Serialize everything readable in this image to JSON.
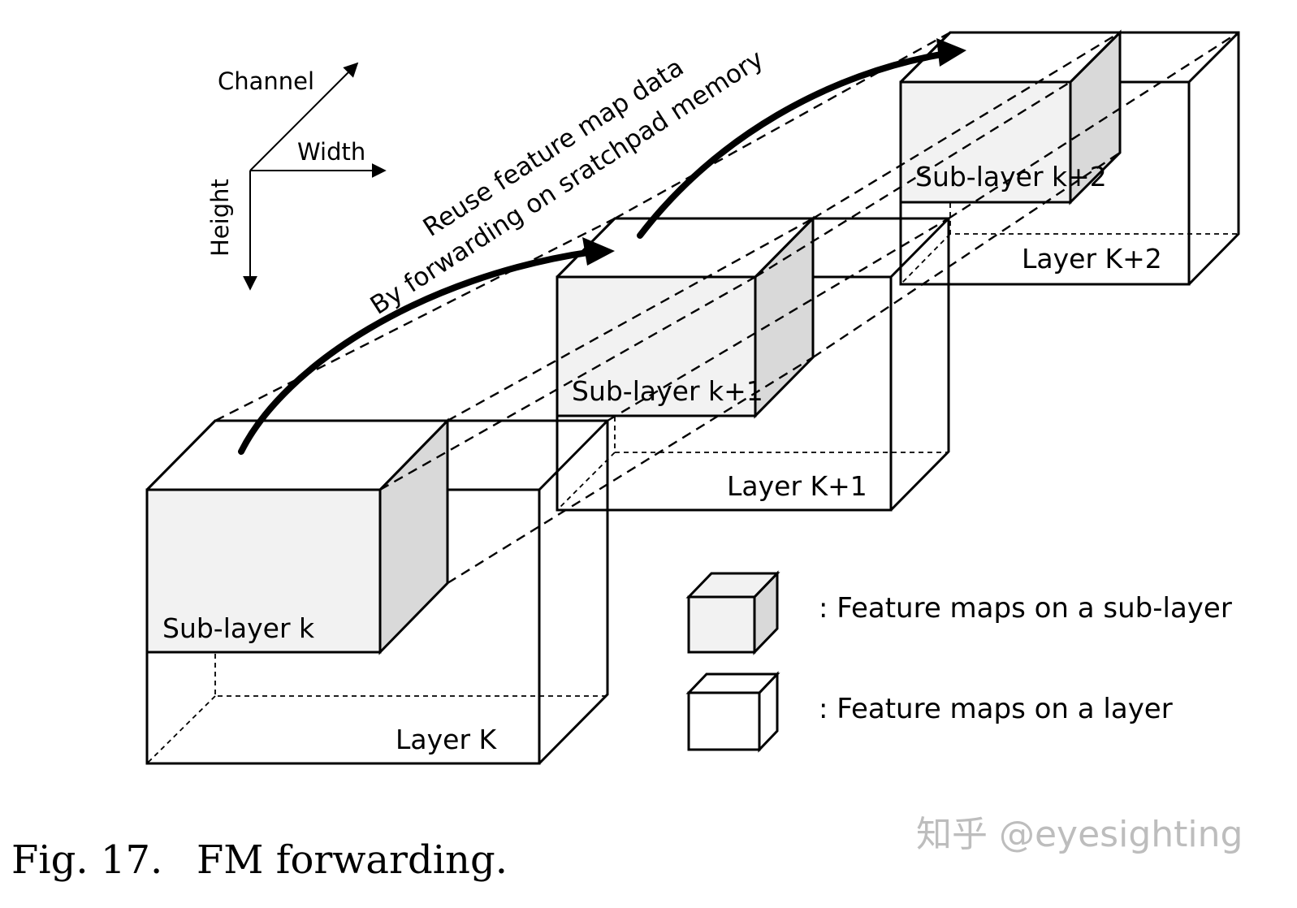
{
  "axes": {
    "channel": "Channel",
    "width": "Width",
    "height": "Height"
  },
  "curve": {
    "line1": "Reuse feature map data",
    "line2": "By forwarding on sratchpad memory"
  },
  "layers": [
    {
      "sublayer_label": "Sub-layer k",
      "layer_label": "Layer K"
    },
    {
      "sublayer_label": "Sub-layer k+1",
      "layer_label": "Layer K+1"
    },
    {
      "sublayer_label": "Sub-layer k+2",
      "layer_label": "Layer K+2"
    }
  ],
  "legend": {
    "sublayer": ": Feature maps on a sub-layer",
    "layer": ": Feature maps on a layer"
  },
  "caption": {
    "fig": "Fig. 17.",
    "title": "FM forwarding."
  },
  "watermark": "知乎 @eyesighting",
  "colors": {
    "sub_front": "#f2f2f2",
    "sub_side": "#d9d9d9",
    "edge": "#000000",
    "watermark": "#bdbdbd"
  }
}
